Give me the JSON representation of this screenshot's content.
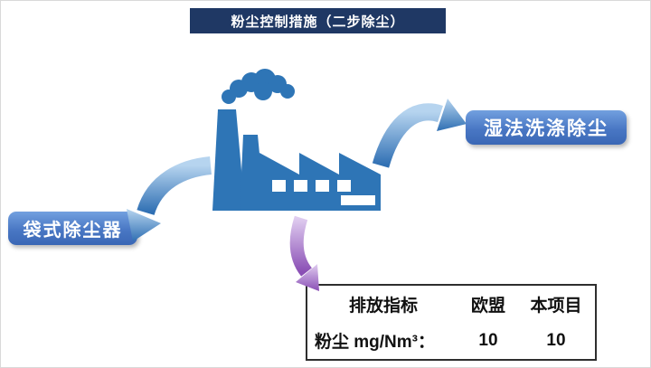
{
  "title": "粉尘控制措施（二步除尘）",
  "nodes": {
    "left_box": "袋式除尘器",
    "right_box": "湿法洗涤除尘"
  },
  "table": {
    "headers": [
      "排放指标",
      "欧盟",
      "本项目"
    ],
    "row_label": "粉尘 mg/Nm³：",
    "eu_value": "10",
    "project_value": "10"
  },
  "colors": {
    "title_bg": "#1f3864",
    "factory_blue": "#2e75b6",
    "node_box_blue": "#4977c4",
    "arrow_blue_light": "#b6d4ef",
    "arrow_blue_dark": "#2f6fb3",
    "arrow_purple_light": "#e0cdf0",
    "arrow_purple_dark": "#8a4fb5",
    "table_border": "#2e2e2e"
  },
  "icons": {
    "factory": "factory-icon",
    "smoke": "smoke-cloud-icon",
    "arrow_to_bag_filter": "curved-arrow-down-left-icon",
    "arrow_to_wet_scrubber": "curved-arrow-up-right-icon",
    "arrow_to_table": "curved-arrow-down-icon"
  }
}
